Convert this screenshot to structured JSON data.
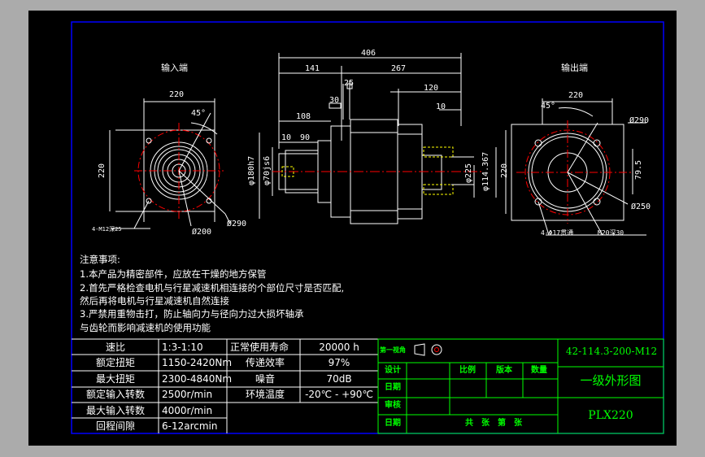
{
  "views": {
    "input_label": "输入端",
    "output_label": "输出端"
  },
  "dims": {
    "total_length": "406",
    "left_length": "141",
    "right_length": "267",
    "d25": "25",
    "d120": "120",
    "d30": "30",
    "d10_right": "10",
    "d108": "108",
    "d10_left": "10",
    "d90": "90",
    "phi180": "φ180h7",
    "phi70": "φ70js6",
    "phi225": "φ225",
    "phi114": "φ114.367",
    "in_width": "220",
    "in_height": "220",
    "in_angle": "45°",
    "in_phi200": "Ø200",
    "in_phi290": "Ø290",
    "in_holes": "4-M12深25",
    "out_width": "220",
    "out_height": "220",
    "out_angle": "45°",
    "out_phi290": "Ø290",
    "out_phi250": "Ø250",
    "out_79": "79.5",
    "out_holes": "4-Φ17贯通",
    "out_m20": "M20深30"
  },
  "notes": {
    "title": "注意事项:",
    "l1": "1.本产品为精密部件，应放在干燥的地方保管",
    "l2": "2.首先严格检查电机与行星减速机相连接的个部位尺寸是否匹配,",
    "l3": "然后再将电机与行星减速机自然连接",
    "l4": "3.严禁用重物击打，防止轴向力与径向力过大损坏轴承",
    "l5": "与齿轮而影响减速机的使用功能"
  },
  "specs": [
    {
      "k1": "速比",
      "v1": "1:3-1:10",
      "k2": "正常使用寿命",
      "v2": "20000 h"
    },
    {
      "k1": "额定扭矩",
      "v1": "1150-2420Nm",
      "k2": "传递效率",
      "v2": "97%"
    },
    {
      "k1": "最大扭矩",
      "v1": "2300-4840Nm",
      "k2": "噪音",
      "v2": "70dB"
    },
    {
      "k1": "额定输入转数",
      "v1": "2500r/min",
      "k2": "环境温度",
      "v2": "-20℃ - +90℃"
    },
    {
      "k1": "最大输入转数",
      "v1": "4000r/min",
      "k2": "",
      "v2": ""
    },
    {
      "k1": "回程间隙",
      "v1": "6-12arcmin",
      "k2": "",
      "v2": ""
    }
  ],
  "titleblock": {
    "projection": "第一视角",
    "design": "设计",
    "date1": "日期",
    "check": "审核",
    "date2": "日期",
    "scale": "比例",
    "version": "版本",
    "qty": "数量",
    "sheets": "共　张　第　张",
    "drawing_no": "42-114.3-200-M12",
    "drawing_name": "一级外形图",
    "model": "PLX220"
  },
  "colors": {
    "background": "#000000",
    "frame": "#0000ff",
    "line": "#ffffff",
    "center": "#ff0000",
    "title_text": "#00ff00",
    "hidden": "#ffff00"
  }
}
